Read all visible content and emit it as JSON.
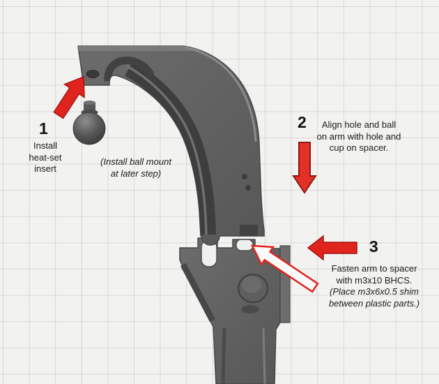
{
  "viewport": {
    "background_color": "#f2f2f0",
    "grid_color": "#d9d9d5",
    "part_color": "#636363",
    "part_shadow_color": "#3e3e3e",
    "accent_red": "#e0231d"
  },
  "icons": {
    "step1_arrow": "arrow-up-right",
    "step2_arrow": "arrow-down",
    "step3_arrow": "arrow-left",
    "fastener_arrow": "arrow-up-left-outline"
  },
  "annotations": {
    "step1": {
      "number": "1",
      "lines": [
        "Install",
        "heat-set",
        "insert"
      ]
    },
    "ball_note": {
      "lines": [
        "(Install ball mount",
        "at later step)"
      ]
    },
    "step2": {
      "number": "2",
      "lines": [
        "Align hole and ball",
        "on arm with hole and",
        "cup on spacer."
      ]
    },
    "step3": {
      "number": "3",
      "lines": [
        "Fasten arm to spacer",
        "with m3x10 BHCS."
      ],
      "note": [
        "(Place m3x6x0.5 shim",
        "between plastic parts.)"
      ]
    }
  }
}
